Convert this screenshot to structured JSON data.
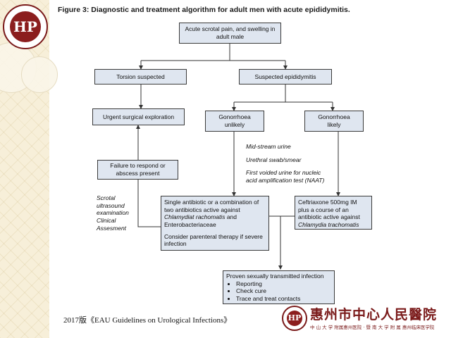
{
  "title": "Figure 3: Diagnostic and treatment algorithm for adult men with acute epididymitis.",
  "logo": {
    "text": "HP"
  },
  "nodes": {
    "start": "Acute scrotal pain, and swelling in adult male",
    "torsion": "Torsion suspected",
    "epididymitis": "Suspected epididymitis",
    "surgery": "Urgent surgical exploration",
    "gono_unlikely": "Gonorrhoea unlikely",
    "gono_likely": "Gonorrhoea likely",
    "failure": "Failure to respond or abscess present",
    "single_antibiotic_1": "Single antibiotic or a combination of two antibiotics active against",
    "single_antibiotic_2": "Chlamydiat rachomatis",
    "single_antibiotic_3": "and Enterobacteriaceae",
    "single_antibiotic_4": "Consider parenteral therapy if severe infection",
    "ceftriaxone_1": "Ceftriaxone 500mg IM plus a course of an antibiotic active against",
    "ceftriaxone_2": "Chlamydia trachomatis",
    "sti_title": "Proven sexually transmitted infection",
    "sti_items": [
      "Reporting",
      "Check cure",
      "Trace and treat contacts"
    ]
  },
  "tests": {
    "midstream": "Mid-stream urine",
    "urethral": "Urethral swab/smear",
    "first_voided": "First voided urine for nucleic acid amplification test (NAAT)"
  },
  "scrotal_note": "Scrotal ultrasound examination Clinical Assesment",
  "footer": "2017版《EAU Guidelines on Urological Infections》",
  "hospital": {
    "logo_text": "HP",
    "name": "惠州市中心人民醫院",
    "subtitle": "中 山 大 学 附属惠州医院 · 暨 南 大 学 附 属 惠州临床医学院"
  },
  "colors": {
    "box_fill": "#dfe6f0",
    "box_border": "#3a3a3a",
    "brand": "#7a1a1a"
  }
}
